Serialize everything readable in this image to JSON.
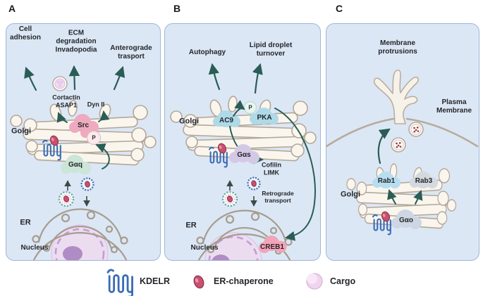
{
  "panel_a": {
    "letter": "A",
    "outcome_cell_adhesion": "Cell\nadhesion",
    "outcome_ecm": "ECM\ndegradation\nInvadopodia",
    "outcome_anterograde": "Anterograde\ntrasport",
    "cortactin_asap1": "Cortactin\nASAP1",
    "dyn2": "Dyn II",
    "src": "Src",
    "phospho": "P",
    "gaq": "Gαq",
    "golgi": "Golgi",
    "er": "ER",
    "nucleus": "Nucleus"
  },
  "panel_b": {
    "letter": "B",
    "outcome_autophagy": "Autophagy",
    "outcome_lipid": "Lipid droplet\nturnover",
    "ac9": "AC9",
    "phospho": "P",
    "pka": "PKA",
    "gas": "Gαs",
    "cofilin_limk": "Cofilin\nLIMK",
    "retrograde": "Retrograde\ntransport",
    "creb1": "CREB1",
    "golgi": "Golgi",
    "er": "ER",
    "nucleus": "Nucleus"
  },
  "panel_c": {
    "letter": "C",
    "membrane_protrusions": "Membrane\nprotrusions",
    "plasma_membrane": "Plasma\nMembrane",
    "rab1": "Rab1",
    "rab3": "Rab3",
    "gao": "Gαo",
    "golgi": "Golgi"
  },
  "legend": {
    "kdelr": "KDELR",
    "er_chaperone": "ER-chaperone",
    "cargo": "Cargo"
  },
  "colors": {
    "panel_bg": "#dce7f5",
    "panel_border": "#9fb6d9",
    "arrow_teal": "#2a5d55",
    "kdelr_blue": "#3a6cb5",
    "chaperone_red": "#c9506f",
    "golgi_fill": "#faf6ee",
    "golgi_stroke": "#b3a798",
    "src_pink": "#eeaabe",
    "gaq_green": "#cbe5d7",
    "gas_purple": "#d4c9e5",
    "ac9_pka_blue": "#aedae8",
    "rab1_blue": "#b7def0",
    "rab3_gray": "#d3d9df",
    "gao_gray": "#cdd6e2",
    "creb1_pink": "#f0a6b8",
    "nucleus_fill": "#ecdcf0",
    "cargo_pink": "#f0d4ef"
  }
}
